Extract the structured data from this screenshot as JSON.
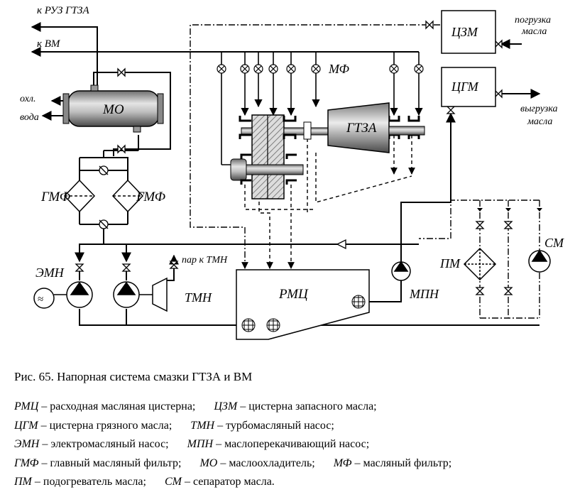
{
  "diagram": {
    "labels": {
      "to_ruz": "к РУЗ ГТЗА",
      "to_vm": "к ВМ",
      "cooling_water": "охл.",
      "water": "вода",
      "mo": "МО",
      "gmf_left": "ГМФ",
      "gmf_right": "ГМФ",
      "emn": "ЭМН",
      "tmn": "ТМН",
      "steam_to_tmn": "пар к ТМН",
      "rmc": "РМЦ",
      "mpn": "МПН",
      "mf": "МФ",
      "gtza": "ГТЗА",
      "czm": "ЦЗМ",
      "cgm": "ЦГМ",
      "oil_loading_1": "погрузка",
      "oil_loading_2": "масла",
      "oil_unloading_1": "выгрузка",
      "oil_unloading_2": "масла",
      "pm": "ПМ",
      "sm": "СМ"
    }
  },
  "caption": "Рис. 65. Напорная система смазки ГТЗА и ВМ",
  "legend": [
    [
      {
        "abbr": "РМЦ",
        "text": "– расходная масляная цистерна;"
      },
      {
        "abbr": "ЦЗМ",
        "text": "– цистерна запасного масла;"
      }
    ],
    [
      {
        "abbr": "ЦГМ",
        "text": "– цистерна грязного масла;"
      },
      {
        "abbr": "ТМН",
        "text": "– турбомасляный насос;"
      }
    ],
    [
      {
        "abbr": "ЭМН",
        "text": "– электромасляный насос;"
      },
      {
        "abbr": "МПН",
        "text": "– маслоперекачивающий насос;"
      }
    ],
    [
      {
        "abbr": "ГМФ",
        "text": "– главный масляный фильтр;"
      },
      {
        "abbr": "МО",
        "text": "– маслоохладитель;"
      },
      {
        "abbr": "МФ",
        "text": "– масляный фильтр;"
      }
    ],
    [
      {
        "abbr": "ПМ",
        "text": "– подогреватель масла;"
      },
      {
        "abbr": "СМ",
        "text": "– сепаратор масла."
      }
    ]
  ]
}
